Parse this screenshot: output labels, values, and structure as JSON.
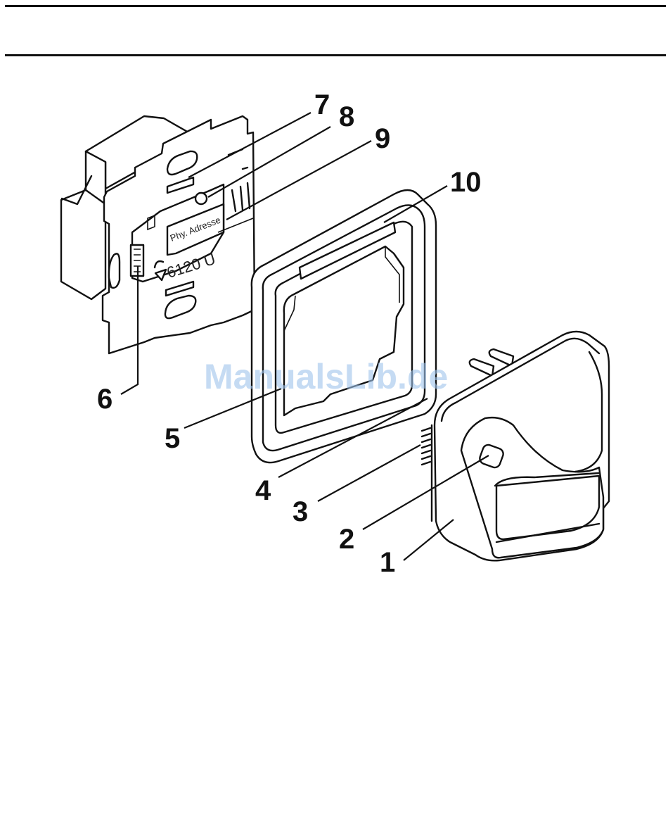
{
  "plate": {
    "label_text": "Phy. Adresse",
    "model_text": "6120 U"
  },
  "callouts": [
    "1",
    "2",
    "3",
    "4",
    "5",
    "6",
    "7",
    "8",
    "9",
    "10"
  ],
  "watermark": "ManualsLib.de"
}
